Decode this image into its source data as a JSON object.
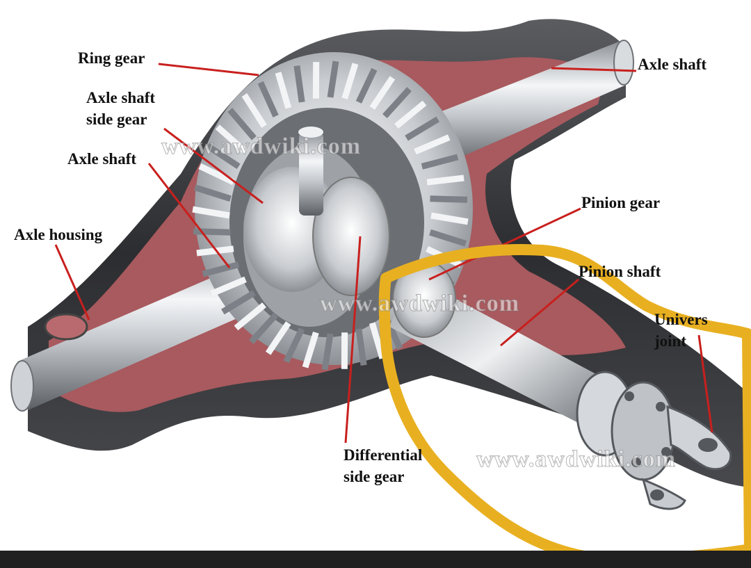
{
  "labels": {
    "ring_gear": "Ring gear",
    "axle_shaft_right": "Axle shaft",
    "axle_shaft_side_gear": [
      "Axle shaft",
      "side gear"
    ],
    "axle_shaft_left": "Axle shaft",
    "pinion_gear": "Pinion gear",
    "axle_housing": "Axle housing",
    "pinion_shaft": "Pinion shaft",
    "universal_joint": [
      "Univers",
      "joint"
    ],
    "differential_side_gear": [
      "Differential",
      "side gear"
    ]
  },
  "watermarks": [
    "www.awdwiki.com",
    "www.awdwiki.com",
    "www.awdwiki.com"
  ],
  "colors": {
    "leader_line": "#c8201e",
    "highlight_circle": "#e8b021",
    "housing_interior": "#a85a5e",
    "metal_dark": "#2e2e30",
    "metal_light": "#e6e8ea"
  }
}
